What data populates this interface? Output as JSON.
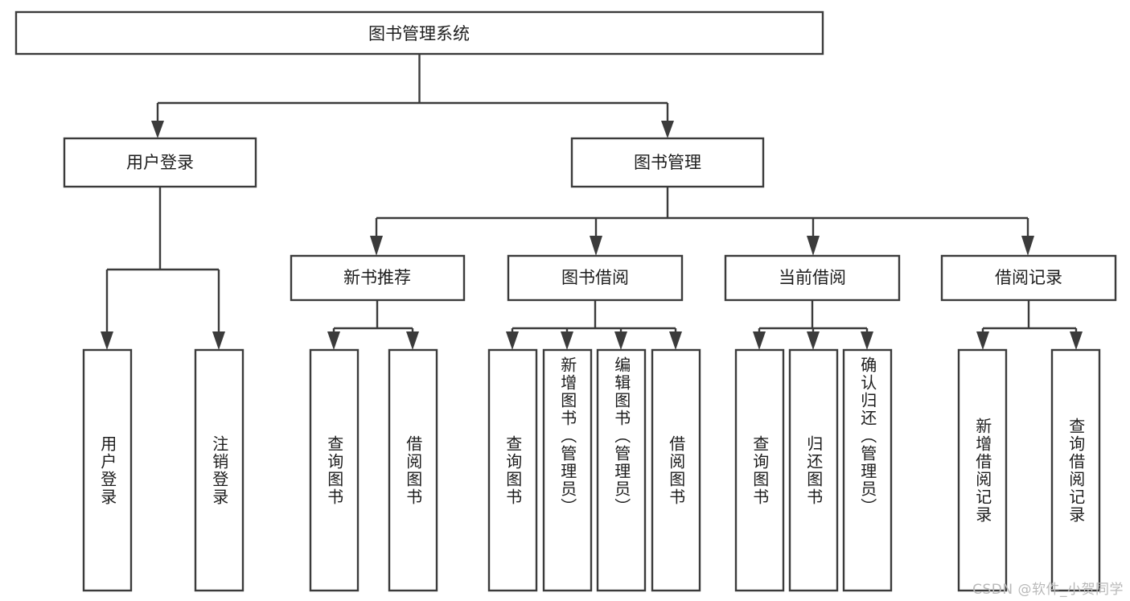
{
  "diagram": {
    "title": "图书管理系统",
    "type": "tree-hierarchy",
    "watermark": "CSDN @软件_小贺同学",
    "colors": {
      "stroke": "#3b3b3b",
      "box_fill": "#ffffff",
      "text": "#1d1d1d",
      "background": "#ffffff",
      "watermark": "#b9b9b9"
    },
    "root": {
      "label": "图书管理系统",
      "orientation": "horizontal"
    },
    "level2": [
      {
        "label": "用户登录",
        "orientation": "horizontal"
      },
      {
        "label": "图书管理",
        "orientation": "horizontal"
      }
    ],
    "level3": [
      {
        "label": "新书推荐",
        "orientation": "horizontal",
        "parent": "图书管理"
      },
      {
        "label": "图书借阅",
        "orientation": "horizontal",
        "parent": "图书管理"
      },
      {
        "label": "当前借阅",
        "orientation": "horizontal",
        "parent": "图书管理"
      },
      {
        "label": "借阅记录",
        "orientation": "horizontal",
        "parent": "图书管理"
      }
    ],
    "leaves": [
      {
        "label": "用户登录",
        "orientation": "vertical",
        "parent": "用户登录"
      },
      {
        "label": "注销登录",
        "orientation": "vertical",
        "parent": "用户登录"
      },
      {
        "label": "查询图书",
        "orientation": "vertical",
        "parent": "新书推荐"
      },
      {
        "label": "借阅图书",
        "orientation": "vertical",
        "parent": "新书推荐"
      },
      {
        "label": "查询图书",
        "orientation": "vertical",
        "parent": "图书借阅"
      },
      {
        "label": "新增图书（管理员）",
        "orientation": "vertical",
        "parent": "图书借阅"
      },
      {
        "label": "编辑图书（管理员）",
        "orientation": "vertical",
        "parent": "图书借阅"
      },
      {
        "label": "借阅图书",
        "orientation": "vertical",
        "parent": "图书借阅"
      },
      {
        "label": "查询图书",
        "orientation": "vertical",
        "parent": "当前借阅"
      },
      {
        "label": "归还图书",
        "orientation": "vertical",
        "parent": "当前借阅"
      },
      {
        "label": "确认归还（管理员）",
        "orientation": "vertical",
        "parent": "当前借阅"
      },
      {
        "label": "新增借阅记录",
        "orientation": "vertical",
        "parent": "借阅记录"
      },
      {
        "label": "查询借阅记录",
        "orientation": "vertical",
        "parent": "借阅记录"
      }
    ]
  }
}
